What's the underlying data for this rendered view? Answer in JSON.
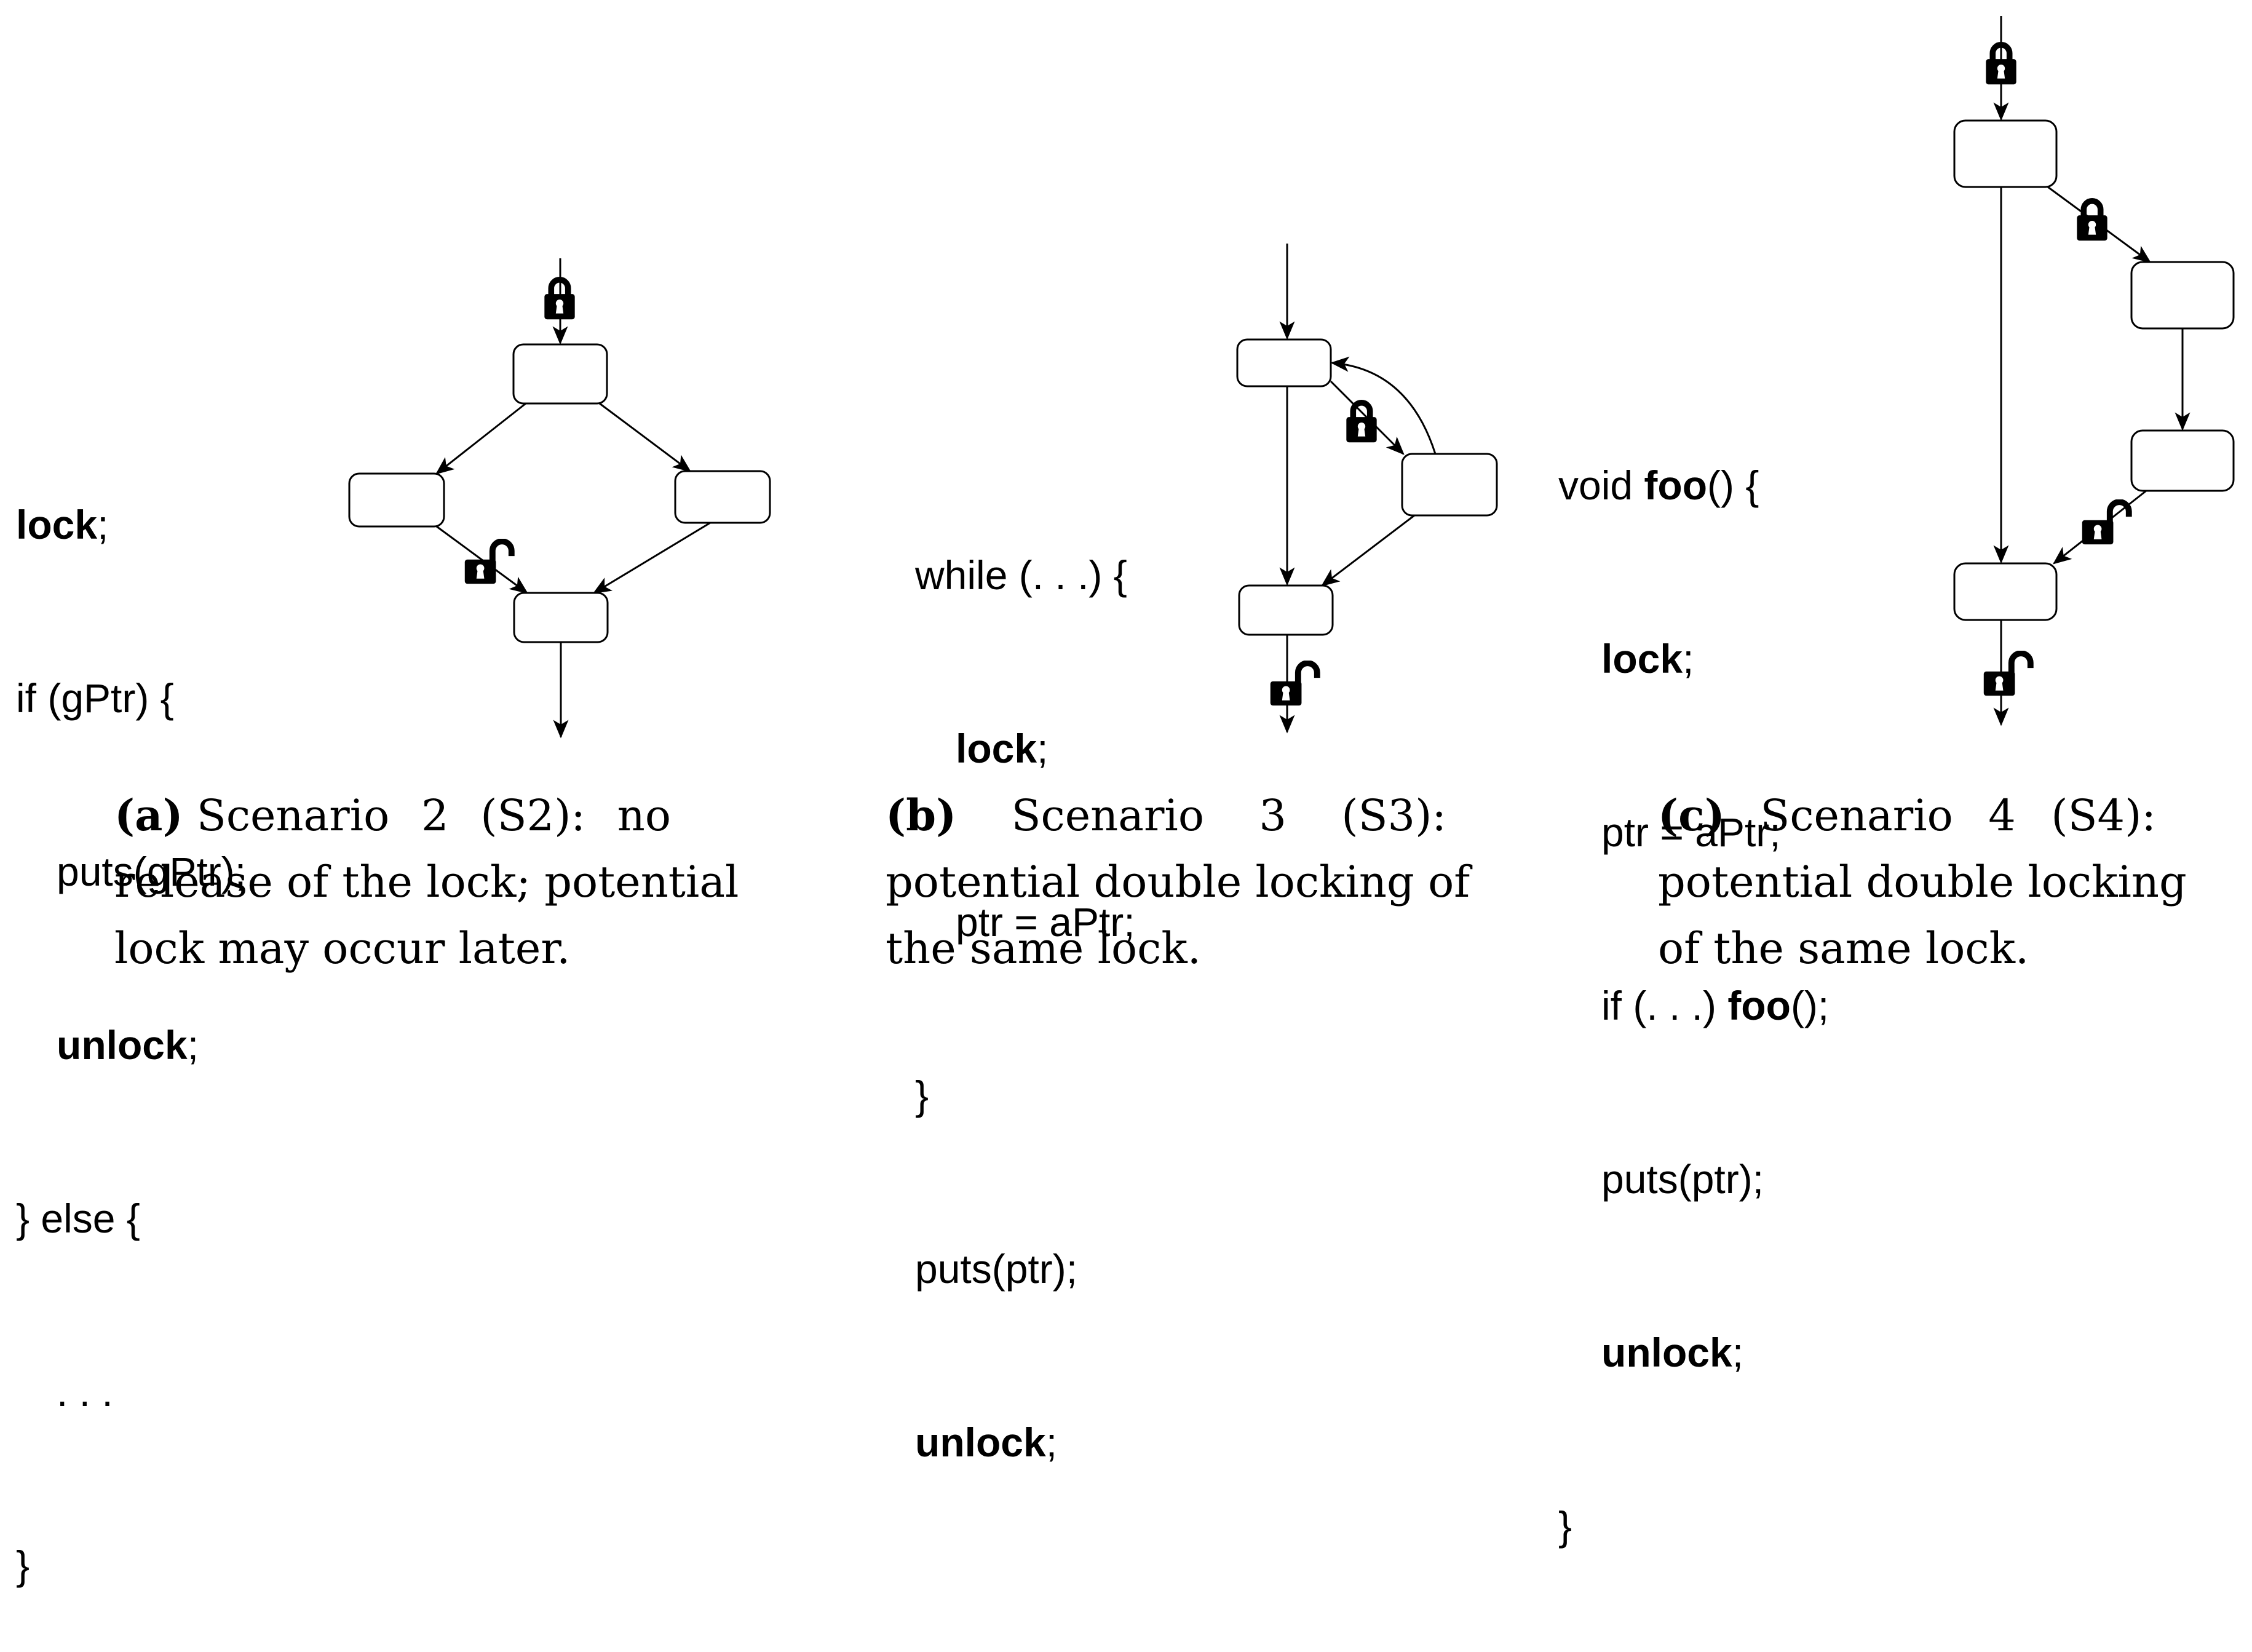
{
  "panel_a": {
    "code": {
      "l1": "lock",
      "l1s": ";",
      "l2": "if (gPtr) {",
      "l3": "puts(gPtr);",
      "l4": "unlock",
      "l4s": ";",
      "l5": "} else {",
      "l6": ". . .",
      "l7": "}"
    },
    "caption": {
      "label": "(a)",
      "w1": "Scenario",
      "w2": "2",
      "w3": "(S2):",
      "w4": "no",
      "line2": "release of the lock; potential",
      "line3": "lock may occur later."
    }
  },
  "panel_b": {
    "code": {
      "l1": "while (. . .) {",
      "l2": "lock",
      "l2s": ";",
      "l3": "ptr = aPtr;",
      "l4": "}",
      "l5": "puts(ptr);",
      "l6": "unlock",
      "l6s": ";"
    },
    "caption": {
      "label": "(b)",
      "w1": "Scenario",
      "w2": "3",
      "w3": "(S3):",
      "line2": "potential double locking of",
      "line3": "the same lock."
    }
  },
  "panel_c": {
    "code": {
      "l1a": "void ",
      "l1b": "foo",
      "l1c": "() {",
      "l2": "lock",
      "l2s": ";",
      "l3": "ptr = aPtr;",
      "l4a": "if (. . .) ",
      "l4b": "foo",
      "l4c": "();",
      "l5": "puts(ptr);",
      "l6": "unlock",
      "l6s": ";",
      "l7": "}"
    },
    "caption": {
      "label": "(c)",
      "w1": "Scenario",
      "w2": "4",
      "w3": "(S4):",
      "line2": "potential double locking",
      "line3": "of the same lock."
    }
  },
  "icons": [
    "lock-closed-icon",
    "lock-open-icon"
  ],
  "colors": {
    "ink": "#000000",
    "background": "#ffffff"
  }
}
